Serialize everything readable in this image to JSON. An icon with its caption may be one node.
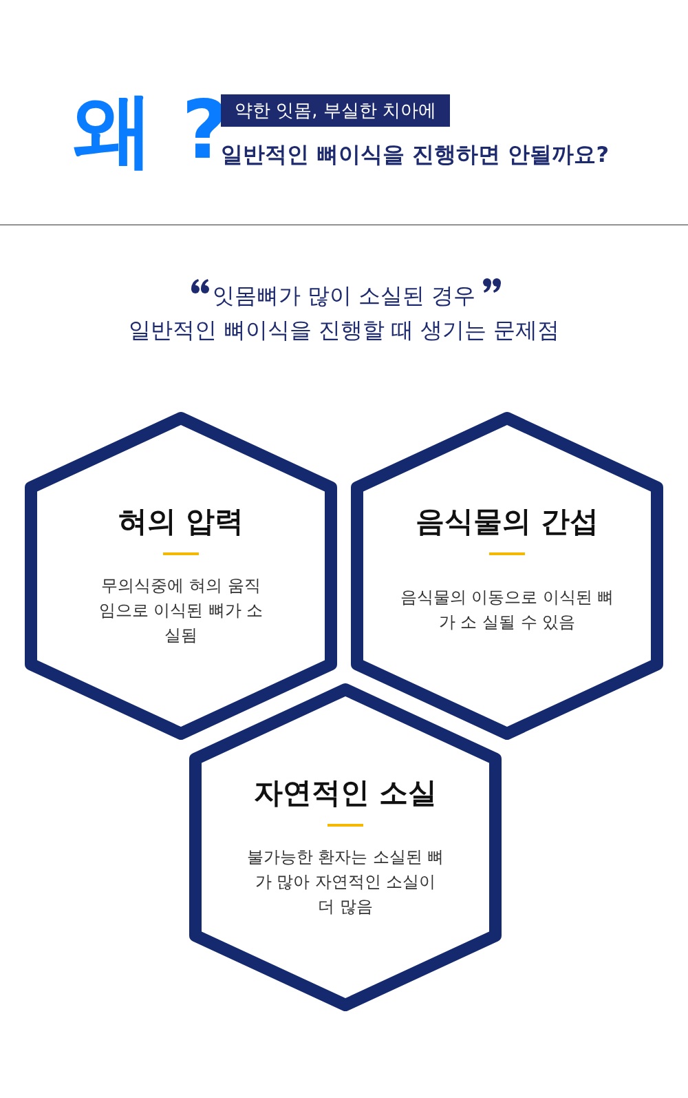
{
  "diagram": {
    "nodes": [
      {
        "text": [
          "혀의 압력",
          "무의식중에 혀의 움직임으로 이식된 뼈가 소실됨"
        ]
      },
      {
        "text": [
          "음식물의 간섭",
          "음식물의 이동으로 이식된 뼈가 소 실될 수 있음"
        ]
      },
      {
        "text": [
          "자연적인 소실",
          "불가능한 환자는 소실된 뼈가 많아 자연적인 소실이 더 많음"
        ]
      }
    ],
    "edges": [],
    "labels": [
      "왜 ?",
      "약한 잇몸, 부실한 치아에",
      "일반적인 뼈이식을 진행하면 안될까요?",
      "잇몸뼈가 많이 소실된 경우",
      "일반적인 뼈이식을 진행할 때 생기는 문제점"
    ]
  }
}
